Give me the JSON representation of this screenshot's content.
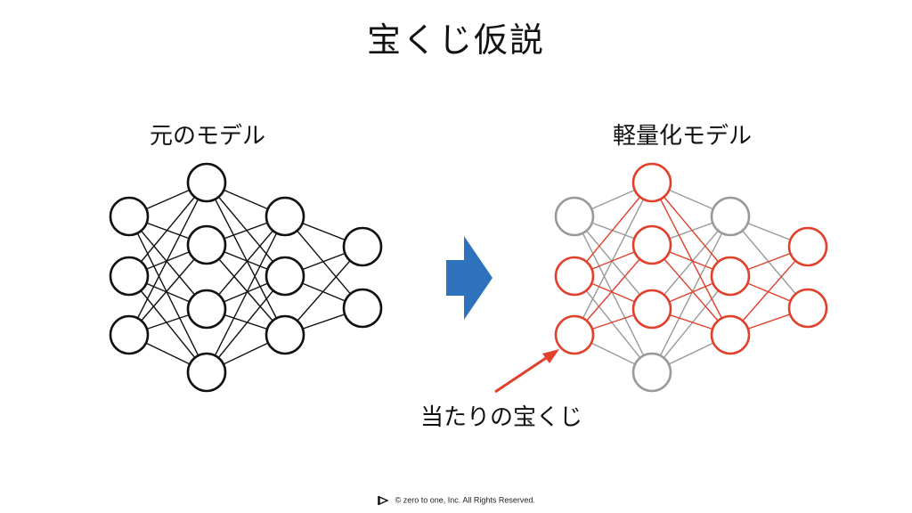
{
  "title": "宝くじ仮説",
  "left_label": "元のモデル",
  "right_label": "軽量化モデル",
  "callout": "当たりの宝くじ",
  "footer": "© zero to one, Inc. All Rights Reserved.",
  "colors": {
    "original": "#111111",
    "pruned_gray": "#9a9a9a",
    "winning_red": "#e0402c",
    "arrow_blue": "#2e72bd"
  },
  "network": {
    "layers": [
      3,
      4,
      3,
      2
    ],
    "winning_nodes": [
      [
        false,
        true,
        true
      ],
      [
        true,
        true,
        true,
        false
      ],
      [
        false,
        true,
        true
      ],
      [
        true,
        true
      ]
    ],
    "winning_edges": [
      [
        0,
        1,
        1,
        0
      ],
      [
        0,
        1,
        1,
        1
      ],
      [
        0,
        1,
        1,
        2
      ],
      [
        0,
        2,
        1,
        1
      ],
      [
        0,
        2,
        1,
        2
      ],
      [
        1,
        0,
        2,
        1
      ],
      [
        1,
        0,
        2,
        2
      ],
      [
        1,
        1,
        2,
        1
      ],
      [
        1,
        1,
        2,
        2
      ],
      [
        1,
        2,
        2,
        1
      ],
      [
        1,
        2,
        2,
        2
      ],
      [
        2,
        1,
        3,
        0
      ],
      [
        2,
        1,
        3,
        1
      ],
      [
        2,
        2,
        3,
        0
      ],
      [
        2,
        2,
        3,
        1
      ]
    ]
  }
}
